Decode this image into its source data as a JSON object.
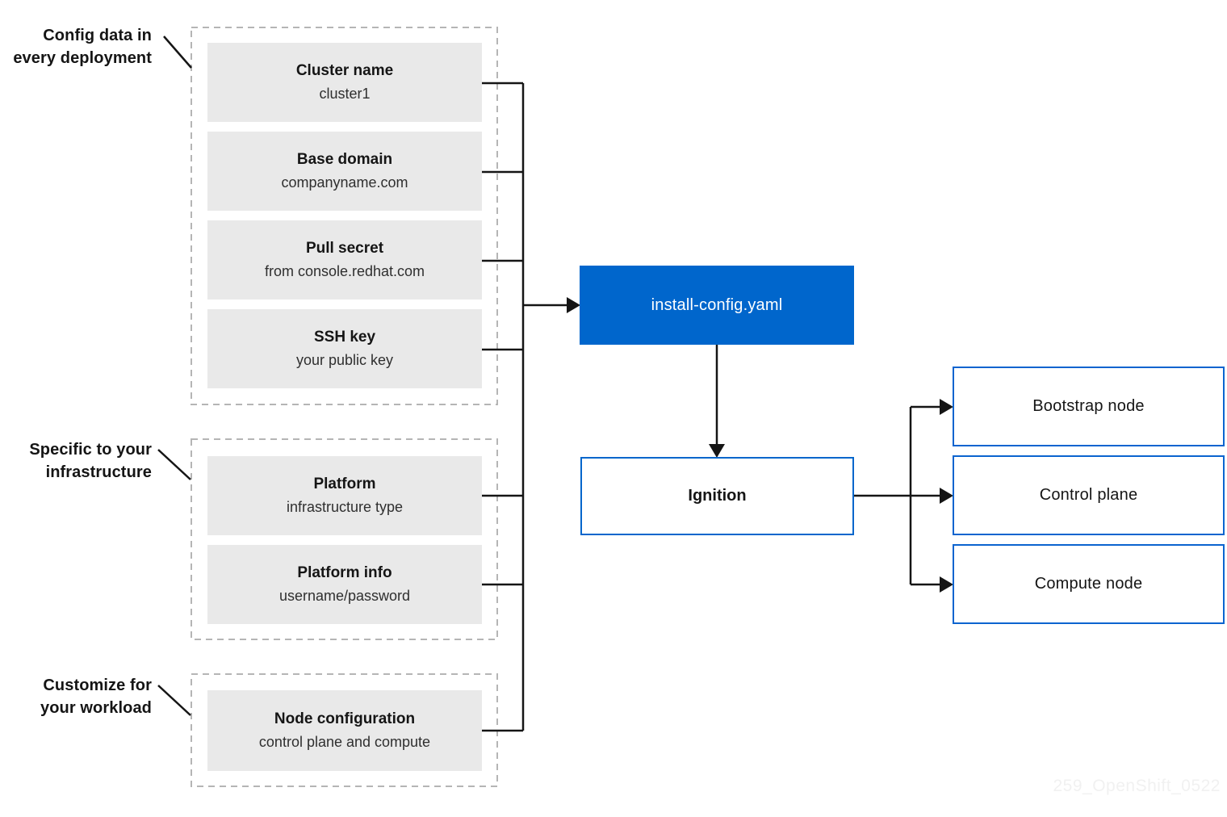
{
  "sections": [
    {
      "label": {
        "line1": "Config data in",
        "line2": "every deployment"
      },
      "boxes": [
        {
          "title": "Cluster name",
          "subtitle": "cluster1"
        },
        {
          "title": "Base domain",
          "subtitle": "companyname.com"
        },
        {
          "title": "Pull secret",
          "subtitle": "from console.redhat.com"
        },
        {
          "title": "SSH key",
          "subtitle": "your public key"
        }
      ]
    },
    {
      "label": {
        "line1": "Specific to your",
        "line2": "infrastructure"
      },
      "boxes": [
        {
          "title": "Platform",
          "subtitle": "infrastructure type"
        },
        {
          "title": "Platform info",
          "subtitle": "username/password"
        }
      ]
    },
    {
      "label": {
        "line1": "Customize for",
        "line2": "your workload"
      },
      "boxes": [
        {
          "title": "Node configuration",
          "subtitle": "control plane and compute"
        }
      ]
    }
  ],
  "flow": {
    "install_config_label": "install-config.yaml",
    "ignition_label": "Ignition",
    "target_nodes": [
      "Bootstrap node",
      "Control plane",
      "Compute node"
    ]
  },
  "watermark": "259_OpenShift_0522",
  "colors": {
    "accent_blue": "#0066cc",
    "node_border_blue": "#0b64cf",
    "box_gray": "#e9e9e9",
    "dashed_border_gray": "#b5b5b5",
    "line_black": "#151515",
    "watermark_gray": "#f1f1f1"
  }
}
